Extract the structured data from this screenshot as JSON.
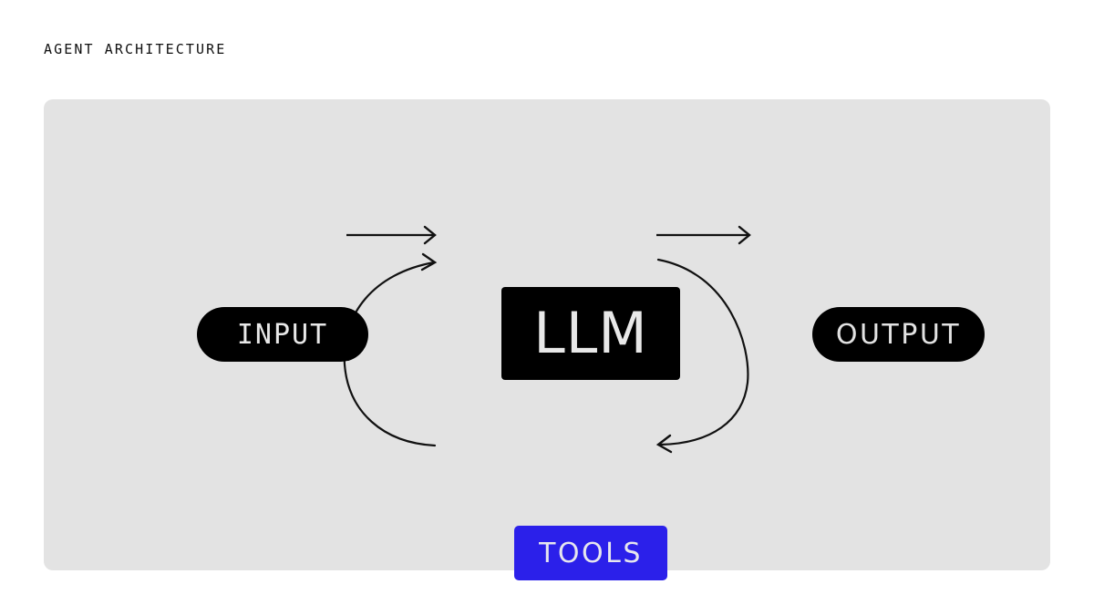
{
  "page": {
    "title": "AGENT ARCHITECTURE",
    "background_color": "#ffffff",
    "panel_color": "#e3e3e3"
  },
  "diagram": {
    "type": "flow-diagram",
    "nodes": [
      {
        "id": "input",
        "label": "INPUT",
        "shape": "pill",
        "fill": "#000000",
        "text_color": "#e8e8e8"
      },
      {
        "id": "llm",
        "label": "LLM",
        "shape": "rounded-rect",
        "fill": "#000000",
        "text_color": "#e8e8e8"
      },
      {
        "id": "output",
        "label": "OUTPUT",
        "shape": "pill",
        "fill": "#000000",
        "text_color": "#e2e2e2"
      },
      {
        "id": "tools",
        "label": "TOOLS",
        "shape": "rounded-rect",
        "fill": "#2b20ea",
        "text_color": "#e6e6ee"
      }
    ],
    "edges": [
      {
        "id": "input-to-llm",
        "from": "input",
        "to": "llm",
        "style": "straight",
        "arrow": "end",
        "color": "#111111"
      },
      {
        "id": "llm-to-output",
        "from": "llm",
        "to": "output",
        "style": "straight",
        "arrow": "end",
        "color": "#111111"
      },
      {
        "id": "llm-to-tools",
        "from": "llm",
        "to": "tools",
        "style": "curved-right",
        "arrow": "end",
        "color": "#111111"
      },
      {
        "id": "tools-to-llm",
        "from": "tools",
        "to": "llm",
        "style": "curved-left",
        "arrow": "end",
        "color": "#111111"
      }
    ]
  }
}
